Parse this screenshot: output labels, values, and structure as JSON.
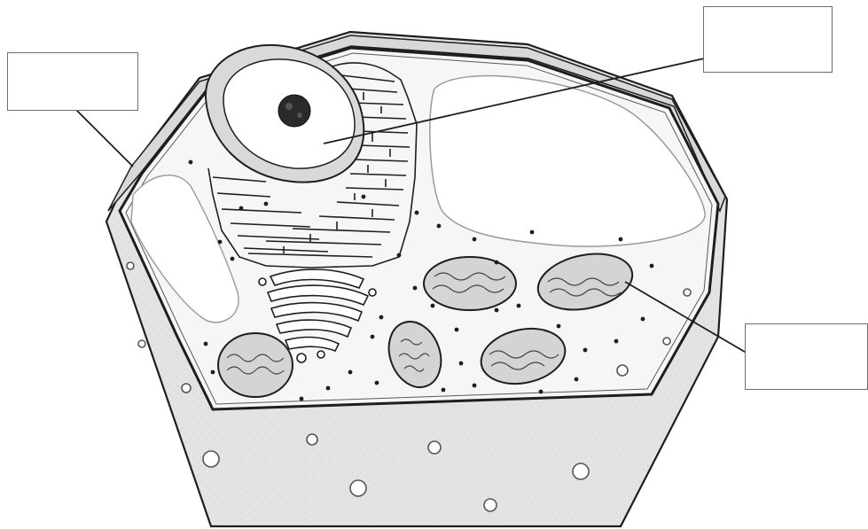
{
  "diagram": {
    "label_boxes": [
      {
        "id": "cell-wall-label",
        "text": ""
      },
      {
        "id": "nucleus-label",
        "text": ""
      },
      {
        "id": "mitochondrion-label",
        "text": ""
      }
    ],
    "colors": {
      "outline": "#1e1e1e",
      "wall_fill": "#e3e3e3",
      "cytoplasm_fill": "#f6f6f6",
      "vacuole_fill": "#ffffff",
      "organelle_fill": "#d4d4d4",
      "box_border": "#6e6e6e"
    }
  }
}
